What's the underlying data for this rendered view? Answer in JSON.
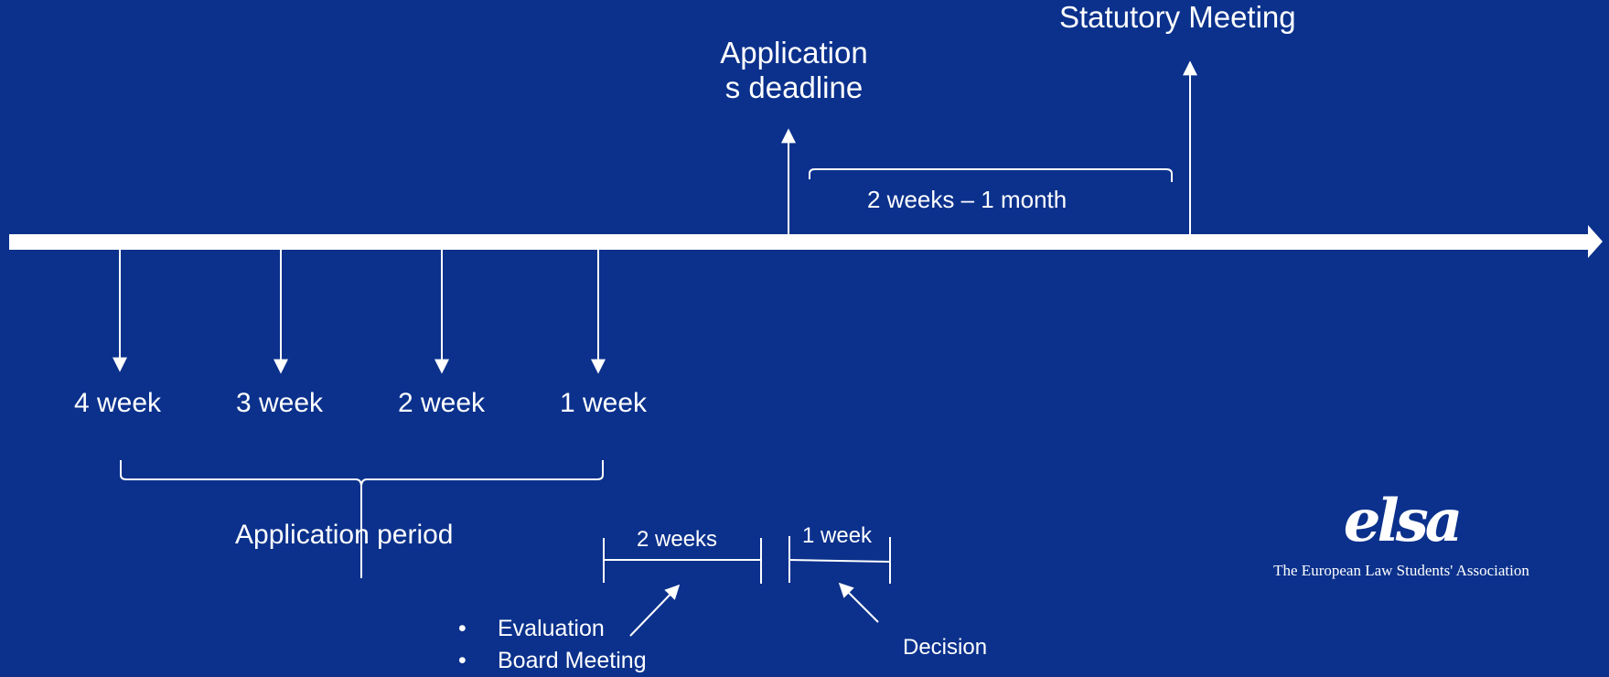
{
  "top_labels": {
    "statutory_meeting": "Statutory Meeting",
    "applications_deadline_line1": "Application",
    "applications_deadline_line2": "s deadline",
    "gap_duration": "2 weeks – 1 month"
  },
  "weeks": [
    "4 week",
    "3 week",
    "2 week",
    "1 week"
  ],
  "application_period": "Application period",
  "phases": {
    "evaluation_duration": "2 weeks",
    "decision_duration": "1 week",
    "evaluation_items": [
      "Evaluation",
      "Board Meeting"
    ],
    "decision_label": "Decision"
  },
  "logo": {
    "wordmark": "elsa",
    "tagline": "The European Law Students' Association"
  },
  "colors": {
    "background": "#0b318c",
    "foreground": "#ffffff"
  }
}
